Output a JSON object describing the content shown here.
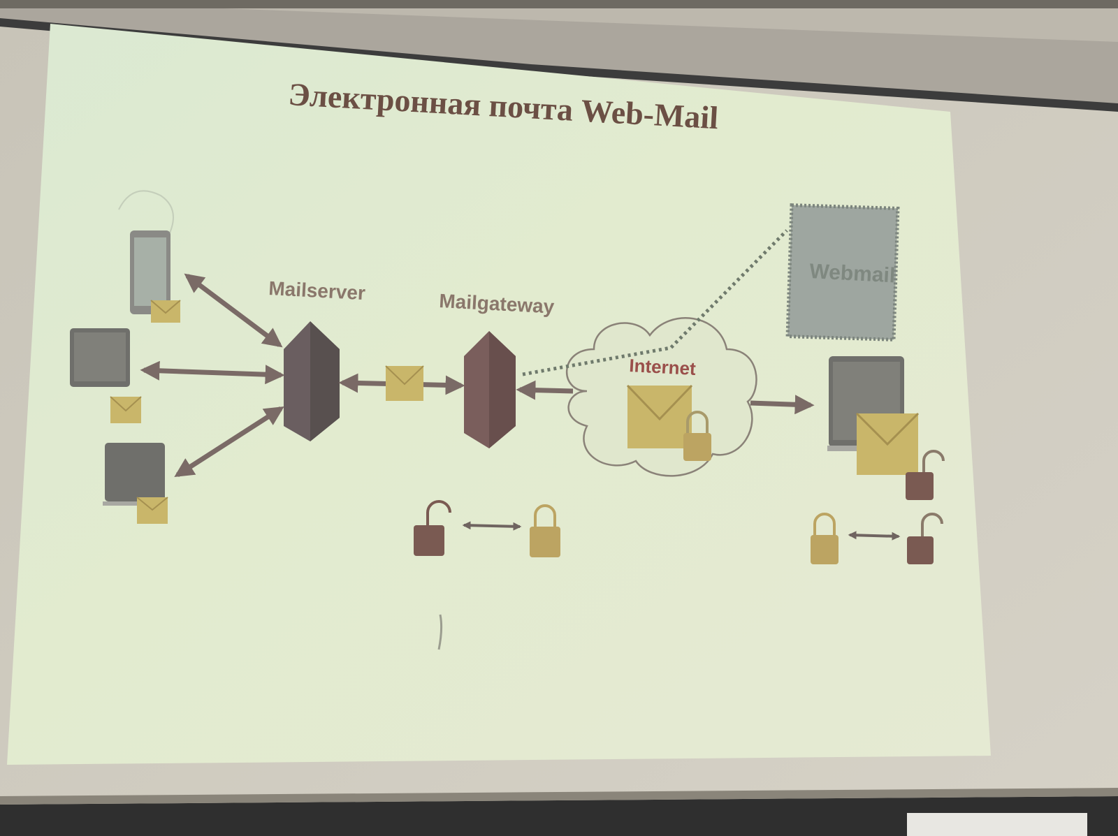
{
  "slide": {
    "title": "Электронная почта Web-Mail",
    "labels": {
      "mailserver": "Mailserver",
      "mailgateway": "Mailgateway",
      "internet": "Internet",
      "webmail": "Webmail"
    }
  },
  "colors": {
    "wall": "#cfcabd",
    "screen": "#dfe8cf",
    "title": "#6b4f44",
    "label_text": "#8a776b",
    "arrow": "#7a6a66",
    "server": "#7a5e5c",
    "envelope": "#c9b66a",
    "lock_dark": "#7a5a52",
    "lock_gold": "#bca462",
    "webmail_box": "#9ea6a0",
    "internet_text": "#9a4f4a",
    "frame": "#3a3a3a"
  }
}
